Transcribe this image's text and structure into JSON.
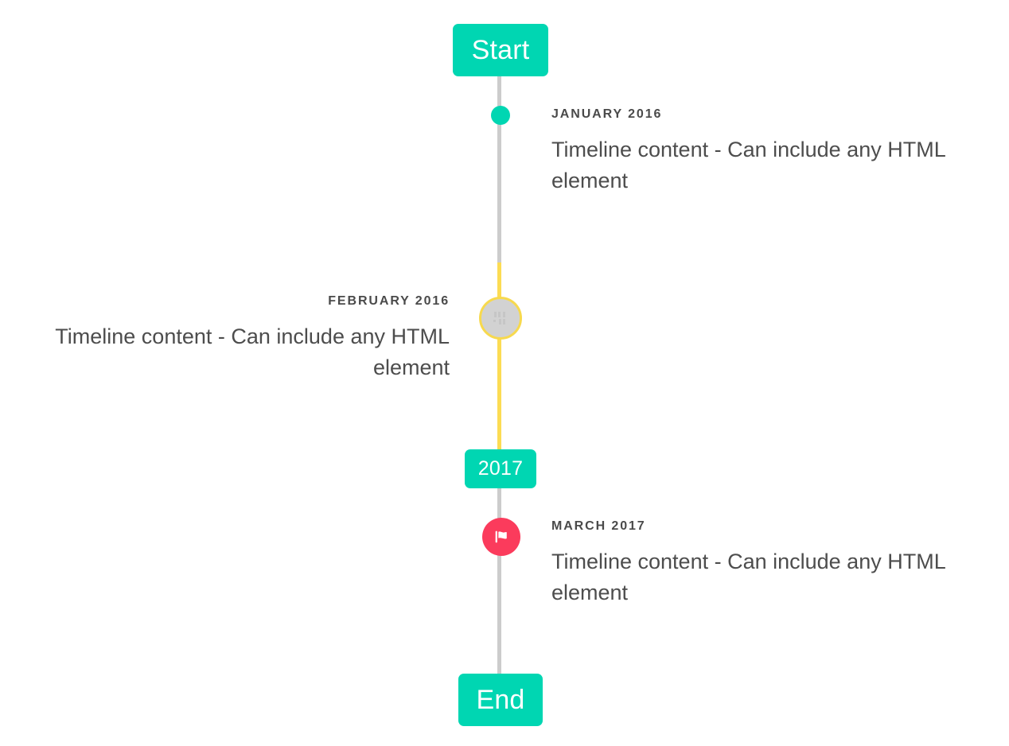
{
  "rails": {
    "gray_color": "#cccccc",
    "highlight_color": "#fcdc53"
  },
  "badges": {
    "start": {
      "label": "Start",
      "color": "#00d6b2"
    },
    "year": {
      "label": "2017",
      "color": "#00d6b2"
    },
    "end": {
      "label": "End",
      "color": "#00d6b2"
    }
  },
  "markers": {
    "january": {
      "icon": "filled-dot-icon",
      "color": "#00d6b2"
    },
    "february": {
      "icon": "broken-image-icon",
      "color": "#d2d2d2",
      "ring_color": "#f7d94e"
    },
    "march": {
      "icon": "flag-icon",
      "color": "#fb3b5c"
    }
  },
  "entries": [
    {
      "date": "January 2016",
      "body": "Timeline content - Can include any HTML element",
      "side": "right"
    },
    {
      "date": "February 2016",
      "body": "Timeline content - Can include any HTML element",
      "side": "left"
    },
    {
      "date": "March 2017",
      "body": "Timeline content - Can include any HTML element",
      "side": "right"
    }
  ]
}
